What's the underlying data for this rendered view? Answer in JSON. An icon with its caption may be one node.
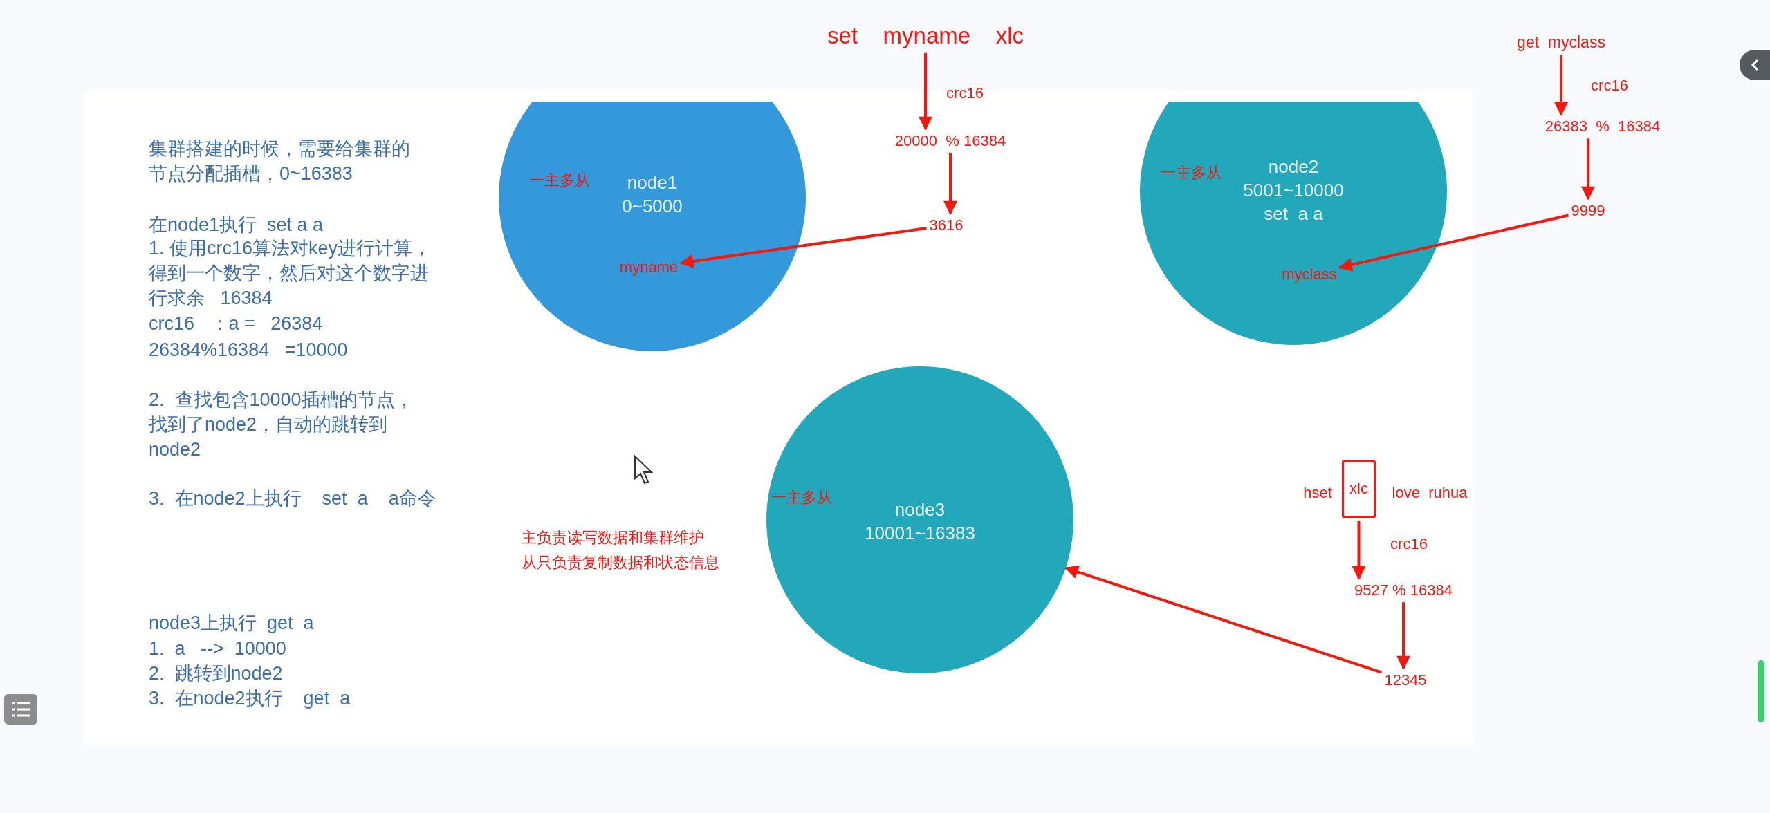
{
  "diagram": {
    "nodes": [
      {
        "text": [
          "一主多从",
          "node1 0~5000"
        ]
      },
      {
        "text": [
          "myname"
        ],
        "in": 0
      },
      {
        "text": [
          "一主多从",
          "node2 5001~10000 set  a a"
        ]
      },
      {
        "text": [
          "myclass"
        ],
        "in": 2
      },
      {
        "text": [
          "一主多从",
          "node3 10001~16383"
        ]
      },
      {
        "text": [
          "set    myname    xlc"
        ]
      },
      {
        "text": [
          "20000  % 16384"
        ]
      },
      {
        "text": [
          "3616"
        ]
      },
      {
        "text": [
          "get  myclass"
        ]
      },
      {
        "text": [
          "26383  %  16384"
        ]
      },
      {
        "text": [
          "9999"
        ]
      },
      {
        "text": [
          "xlc"
        ]
      },
      {
        "text": [
          "9527 % 16384"
        ]
      },
      {
        "text": [
          "12345"
        ]
      }
    ],
    "edges": [
      {
        "from": 5,
        "to": 6,
        "arrow": "to",
        "label": "crc16"
      },
      {
        "from": 6,
        "to": 7,
        "arrow": "to"
      },
      {
        "from": 7,
        "to": 1,
        "arrow": "to"
      },
      {
        "from": 8,
        "to": 9,
        "arrow": "to",
        "label": "crc16"
      },
      {
        "from": 9,
        "to": 10,
        "arrow": "to"
      },
      {
        "from": 10,
        "to": 3,
        "arrow": "to"
      },
      {
        "from": 11,
        "to": 12,
        "arrow": "to",
        "label": "crc16"
      },
      {
        "from": 12,
        "to": 13,
        "arrow": "to"
      },
      {
        "from": 13,
        "to": 4,
        "arrow": "to"
      }
    ],
    "labels": [
      "集群搭建的时候，需要给集群的节点分配插槽，0~16383",
      "在node1执行  set a a",
      "1. 使用crc16算法对key进行计算，得到一个数字，然后对这个数字进行求余   16384",
      "crc16   ：a =   26384",
      "26384%16384   =10000",
      "2.  查找包含10000插槽的节点，找到了node2，自动的跳转到node2",
      "3.  在node2上执行    set  a    a命令",
      "node3上执行  get  a",
      "1.  a   -->  10000",
      "2.  跳转到node2",
      "3.  在node2执行    get  a",
      "主负责读写数据和集群维护",
      "从只负责复制数据和状态信息",
      "hset",
      "love  ruhua"
    ]
  }
}
